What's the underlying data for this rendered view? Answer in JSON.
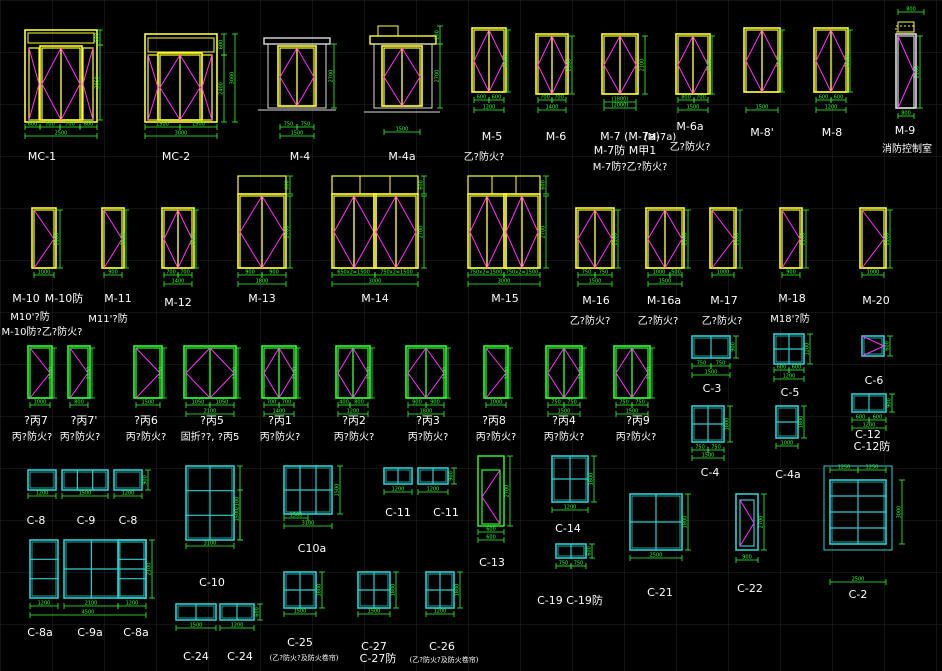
{
  "colors": {
    "background": "#000000",
    "grid": "#2a2a2a",
    "frame_door": "#ffff33",
    "frame_window": "#33cccc",
    "swing_line": "#ff33ff",
    "dimension": "#33ff33",
    "label": "#ffffff",
    "note": "#ffffff"
  },
  "labels": [
    {
      "id": "MC-1",
      "text": "MC-1"
    },
    {
      "id": "MC-2",
      "text": "MC-2"
    },
    {
      "id": "M-4",
      "text": "M-4"
    },
    {
      "id": "M-4a",
      "text": "M-4a"
    },
    {
      "id": "M-5",
      "text": "M-5"
    },
    {
      "id": "M-6",
      "text": "M-6"
    },
    {
      "id": "M-7",
      "text": "M-7 (M-7a)"
    },
    {
      "id": "M-7b",
      "text": "M-7防  M甲1"
    },
    {
      "id": "M-6a",
      "text": "M-6a"
    },
    {
      "id": "M-8p",
      "text": "M-8'"
    },
    {
      "id": "M-8",
      "text": "M-8"
    },
    {
      "id": "M-9",
      "text": "M-9"
    },
    {
      "id": "M-10",
      "text": "M-10"
    },
    {
      "id": "M-10f",
      "text": "M-10防"
    },
    {
      "id": "M-11",
      "text": "M-11"
    },
    {
      "id": "M-12",
      "text": "M-12"
    },
    {
      "id": "M-13",
      "text": "M-13"
    },
    {
      "id": "M-14",
      "text": "M-14"
    },
    {
      "id": "M-15",
      "text": "M-15"
    },
    {
      "id": "M-16",
      "text": "M-16"
    },
    {
      "id": "M-16a",
      "text": "M-16a"
    },
    {
      "id": "M-17",
      "text": "M-17"
    },
    {
      "id": "M-18",
      "text": "M-18"
    },
    {
      "id": "M-20",
      "text": "M-20"
    },
    {
      "id": "C-3",
      "text": "C-3"
    },
    {
      "id": "C-5",
      "text": "C-5"
    },
    {
      "id": "C-6",
      "text": "C-6"
    },
    {
      "id": "C-4",
      "text": "C-4"
    },
    {
      "id": "C-4a",
      "text": "C-4a"
    },
    {
      "id": "C-12",
      "text": "C-12"
    },
    {
      "id": "C-12f",
      "text": "C-12防"
    },
    {
      "id": "C-8a",
      "text": "C-8"
    },
    {
      "id": "C-9",
      "text": "C-9"
    },
    {
      "id": "C-8b",
      "text": "C-8"
    },
    {
      "id": "C-11a",
      "text": "C-11"
    },
    {
      "id": "C-11b",
      "text": "C-11"
    },
    {
      "id": "C10a",
      "text": "C10a"
    },
    {
      "id": "C-10",
      "text": "C-10"
    },
    {
      "id": "C-13",
      "text": "C-13"
    },
    {
      "id": "C-14",
      "text": "C-14"
    },
    {
      "id": "C-21",
      "text": "C-21"
    },
    {
      "id": "C-22",
      "text": "C-22"
    },
    {
      "id": "C-2",
      "text": "C-2"
    },
    {
      "id": "C-19",
      "text": "C-19  C-19防"
    },
    {
      "id": "C-8a2",
      "text": "C-8a"
    },
    {
      "id": "C-9a",
      "text": "C-9a"
    },
    {
      "id": "C-8a3",
      "text": "C-8a"
    },
    {
      "id": "C-24a",
      "text": "C-24"
    },
    {
      "id": "C-24b",
      "text": "C-24"
    },
    {
      "id": "C-25",
      "text": "C-25"
    },
    {
      "id": "C-27",
      "text": "C-27"
    },
    {
      "id": "C-27f",
      "text": "C-27防"
    },
    {
      "id": "C-26",
      "text": "C-26"
    },
    {
      "id": "P7",
      "text": "?丙7"
    },
    {
      "id": "P7p",
      "text": "?丙7'"
    },
    {
      "id": "P6",
      "text": "?丙6"
    },
    {
      "id": "P5",
      "text": "?丙5"
    },
    {
      "id": "P1",
      "text": "?丙1"
    },
    {
      "id": "P2",
      "text": "?丙2"
    },
    {
      "id": "P3",
      "text": "?丙3"
    },
    {
      "id": "P8",
      "text": "?丙8"
    },
    {
      "id": "P4",
      "text": "?丙4"
    },
    {
      "id": "P9",
      "text": "?丙9"
    }
  ],
  "notes": [
    {
      "id": "n_m5",
      "text": "乙?防火?"
    },
    {
      "id": "n_m6a",
      "text": "乙?防火?"
    },
    {
      "id": "n_m7",
      "text": "M-7防?乙?防火?"
    },
    {
      "id": "n_m9",
      "text": "消防控制室"
    },
    {
      "id": "n_m10a",
      "text": "M10'?防"
    },
    {
      "id": "n_m10b",
      "text": "M-10防?乙?防火?"
    },
    {
      "id": "n_m11",
      "text": "M11'?防"
    },
    {
      "id": "n_m16",
      "text": "乙?防火?"
    },
    {
      "id": "n_m16a",
      "text": "乙?防火?"
    },
    {
      "id": "n_m17",
      "text": "乙?防火?"
    },
    {
      "id": "n_m18",
      "text": "M18'?防"
    },
    {
      "id": "n_p7",
      "text": "丙?防火?"
    },
    {
      "id": "n_p7p",
      "text": "丙?防火?"
    },
    {
      "id": "n_p6",
      "text": "丙?防火?"
    },
    {
      "id": "n_p5",
      "text": "固折??, ?丙5"
    },
    {
      "id": "n_p1",
      "text": "丙?防火?"
    },
    {
      "id": "n_p2",
      "text": "丙?防火?"
    },
    {
      "id": "n_p3",
      "text": "丙?防火?"
    },
    {
      "id": "n_p8",
      "text": "丙?防火?"
    },
    {
      "id": "n_p4",
      "text": "丙?防火?"
    },
    {
      "id": "n_p9",
      "text": "丙?防火?"
    },
    {
      "id": "n_c25",
      "text": "(乙?防火?及防火卷帘)"
    },
    {
      "id": "n_c26",
      "text": "(乙?防火?及防火卷帘)"
    }
  ],
  "dims": [
    {
      "id": "d_mc1_w",
      "text": "2500"
    },
    {
      "id": "d_mc1_a",
      "text": "600"
    },
    {
      "id": "d_mc1_b",
      "text": "700"
    },
    {
      "id": "d_mc1_c",
      "text": "700"
    },
    {
      "id": "d_mc1_d",
      "text": "600"
    },
    {
      "id": "d_mc1_h1",
      "text": "2850"
    },
    {
      "id": "d_mc1_h2",
      "text": "600"
    },
    {
      "id": "d_mc1_h3",
      "text": "150"
    },
    {
      "id": "d_mc2_w",
      "text": "3000"
    },
    {
      "id": "d_mc2_a",
      "text": "1500"
    },
    {
      "id": "d_mc2_b",
      "text": "1500"
    },
    {
      "id": "d_mc2_h",
      "text": "3000"
    },
    {
      "id": "d_mc2_h1",
      "text": "2400"
    },
    {
      "id": "d_mc2_h2",
      "text": "600"
    },
    {
      "id": "d_m4_w",
      "text": "1500"
    },
    {
      "id": "d_m4_a",
      "text": "750"
    },
    {
      "id": "d_m4_b",
      "text": "750"
    },
    {
      "id": "d_m4_h",
      "text": "2700"
    },
    {
      "id": "d_m4a_w",
      "text": "1500"
    },
    {
      "id": "d_m4a_h",
      "text": "2700"
    },
    {
      "id": "d_m4a_h2",
      "text": "200"
    },
    {
      "id": "d_m5_w",
      "text": "1200"
    },
    {
      "id": "d_m5_a",
      "text": "600"
    },
    {
      "id": "d_m5_b",
      "text": "600"
    },
    {
      "id": "d_m5_h",
      "text": "2100"
    },
    {
      "id": "d_m6_w",
      "text": "1400"
    },
    {
      "id": "d_m6_a",
      "text": "700"
    },
    {
      "id": "d_m6_b",
      "text": "700"
    },
    {
      "id": "d_m6_h",
      "text": "2100"
    },
    {
      "id": "d_m7_w",
      "text": "(1800)"
    },
    {
      "id": "d_m7_w2",
      "text": "(1000)"
    },
    {
      "id": "d_m7_w3",
      "text": "(2000)"
    },
    {
      "id": "d_m7_h",
      "text": "2100"
    },
    {
      "id": "d_m6a_w",
      "text": "1500"
    },
    {
      "id": "d_m6a_a",
      "text": "800"
    },
    {
      "id": "d_m6a_b",
      "text": "700"
    },
    {
      "id": "d_m6a_h",
      "text": "2100"
    },
    {
      "id": "d_m8p_w",
      "text": "1500"
    },
    {
      "id": "d_m8p_h",
      "text": "2100"
    },
    {
      "id": "d_m8_w",
      "text": "1200"
    },
    {
      "id": "d_m8_a",
      "text": "600"
    },
    {
      "id": "d_m8_b",
      "text": "600"
    },
    {
      "id": "d_m8_h",
      "text": "2100"
    },
    {
      "id": "d_m9_w",
      "text": "800"
    },
    {
      "id": "d_m9_top",
      "text": "800"
    },
    {
      "id": "d_m9_h",
      "text": "2100"
    },
    {
      "id": "d_m10_w",
      "text": "1000"
    },
    {
      "id": "d_m10_h",
      "text": "2100"
    },
    {
      "id": "d_m11_w",
      "text": "900"
    },
    {
      "id": "d_m11_h",
      "text": "2100"
    },
    {
      "id": "d_m12_w",
      "text": "1400"
    },
    {
      "id": "d_m12_a",
      "text": "700"
    },
    {
      "id": "d_m12_b",
      "text": "700"
    },
    {
      "id": "d_m12_h",
      "text": "2100"
    },
    {
      "id": "d_m13_w",
      "text": "1800"
    },
    {
      "id": "d_m13_a",
      "text": "900"
    },
    {
      "id": "d_m13_b",
      "text": "900"
    },
    {
      "id": "d_m13_h",
      "text": "2700"
    },
    {
      "id": "d_m13_h2",
      "text": "600"
    },
    {
      "id": "d_m14_w",
      "text": "3000"
    },
    {
      "id": "d_m14_a",
      "text": "650x2=1500"
    },
    {
      "id": "d_m14_b",
      "text": "750x2=1500"
    },
    {
      "id": "d_m14_h",
      "text": "2700"
    },
    {
      "id": "d_m14_h2",
      "text": "600"
    },
    {
      "id": "d_m15_w",
      "text": "3000"
    },
    {
      "id": "d_m15_a",
      "text": "750x2=1500"
    },
    {
      "id": "d_m15_b",
      "text": "750x2=1500"
    },
    {
      "id": "d_m15_h",
      "text": "2700"
    },
    {
      "id": "d_m15_h2",
      "text": "600"
    },
    {
      "id": "d_m16_w",
      "text": "1500"
    },
    {
      "id": "d_m16_a",
      "text": "750"
    },
    {
      "id": "d_m16_b",
      "text": "750"
    },
    {
      "id": "d_m16_h",
      "text": "2100"
    },
    {
      "id": "d_m16a_w",
      "text": "1500"
    },
    {
      "id": "d_m16a_a",
      "text": "1000"
    },
    {
      "id": "d_m16a_b",
      "text": "500"
    },
    {
      "id": "d_m16a_h",
      "text": "2100"
    },
    {
      "id": "d_m17_w",
      "text": "1000"
    },
    {
      "id": "d_m17_h",
      "text": "2100"
    },
    {
      "id": "d_m18_w",
      "text": "900"
    },
    {
      "id": "d_m18_h",
      "text": "2100"
    },
    {
      "id": "d_m20_w",
      "text": "1000"
    },
    {
      "id": "d_m20_h",
      "text": "2100"
    },
    {
      "id": "d_p7_w",
      "text": "1000"
    },
    {
      "id": "d_p7_h",
      "text": "2100"
    },
    {
      "id": "d_p7p_w",
      "text": "800"
    },
    {
      "id": "d_p7p_h",
      "text": "2100"
    },
    {
      "id": "d_p6_w",
      "text": "1500"
    },
    {
      "id": "d_p6_h",
      "text": "2100"
    },
    {
      "id": "d_p5_w",
      "text": "2100"
    },
    {
      "id": "d_p5_a",
      "text": "1050"
    },
    {
      "id": "d_p5_b",
      "text": "1050"
    },
    {
      "id": "d_p5_h",
      "text": "2100"
    },
    {
      "id": "d_p1_w",
      "text": "1400"
    },
    {
      "id": "d_p1_a",
      "text": "700"
    },
    {
      "id": "d_p1_b",
      "text": "700"
    },
    {
      "id": "d_p1_h",
      "text": "2100"
    },
    {
      "id": "d_p2_w",
      "text": "1200"
    },
    {
      "id": "d_p2_a",
      "text": "400"
    },
    {
      "id": "d_p2_b",
      "text": "800"
    },
    {
      "id": "d_p2_h",
      "text": "2100"
    },
    {
      "id": "d_p3_w",
      "text": "1800"
    },
    {
      "id": "d_p3_a",
      "text": "900"
    },
    {
      "id": "d_p3_b",
      "text": "900"
    },
    {
      "id": "d_p3_h",
      "text": "2100"
    },
    {
      "id": "d_p8_w",
      "text": "1000"
    },
    {
      "id": "d_p8_h",
      "text": "2100"
    },
    {
      "id": "d_p4_w",
      "text": "1500"
    },
    {
      "id": "d_p4_a",
      "text": "750"
    },
    {
      "id": "d_p4_b",
      "text": "750"
    },
    {
      "id": "d_p4_h",
      "text": "2100"
    },
    {
      "id": "d_p9_w",
      "text": "1500"
    },
    {
      "id": "d_p9_a",
      "text": "750"
    },
    {
      "id": "d_p9_b",
      "text": "750"
    },
    {
      "id": "d_p9_h",
      "text": "2100"
    },
    {
      "id": "d_c3_w",
      "text": "1500"
    },
    {
      "id": "d_c3_a",
      "text": "750"
    },
    {
      "id": "d_c3_b",
      "text": "750"
    },
    {
      "id": "d_c3_h",
      "text": "900"
    },
    {
      "id": "d_c5_w",
      "text": "1200"
    },
    {
      "id": "d_c5_a",
      "text": "600"
    },
    {
      "id": "d_c5_b",
      "text": "600"
    },
    {
      "id": "d_c5_h",
      "text": "1200"
    },
    {
      "id": "d_c6_h",
      "text": "600"
    },
    {
      "id": "d_c12_w",
      "text": "1200"
    },
    {
      "id": "d_c12_a",
      "text": "600"
    },
    {
      "id": "d_c12_b",
      "text": "600"
    },
    {
      "id": "d_c12_h",
      "text": "900"
    },
    {
      "id": "d_c4_w",
      "text": "1500"
    },
    {
      "id": "d_c4_a",
      "text": "750"
    },
    {
      "id": "d_c4_b",
      "text": "750"
    },
    {
      "id": "d_c4_h",
      "text": "1800"
    },
    {
      "id": "d_c4a_w",
      "text": "1000"
    },
    {
      "id": "d_c4a_h",
      "text": "1800"
    },
    {
      "id": "d_c8_a",
      "text": "1200"
    },
    {
      "id": "d_c8_b",
      "text": "1500"
    },
    {
      "id": "d_c8_c",
      "text": "1200"
    },
    {
      "id": "d_c8_h",
      "text": "900"
    },
    {
      "id": "d_c10_w",
      "text": "3100"
    },
    {
      "id": "d_c10_a",
      "text": "1500"
    },
    {
      "id": "d_c10_h",
      "text": "2100"
    },
    {
      "id": "d_c10_h2",
      "text": "1500"
    },
    {
      "id": "d_c10a_w",
      "text": "3100"
    },
    {
      "id": "d_c10a_a",
      "text": "1500"
    },
    {
      "id": "d_c10a_h",
      "text": "1500"
    },
    {
      "id": "d_c11_a",
      "text": "1200"
    },
    {
      "id": "d_c11_b",
      "text": "1200"
    },
    {
      "id": "d_c11_h",
      "text": "900"
    },
    {
      "id": "d_c13_w",
      "text": "600"
    },
    {
      "id": "d_c13_a",
      "text": "600"
    },
    {
      "id": "d_c13_h",
      "text": "2700"
    },
    {
      "id": "d_c14_w",
      "text": "1200"
    },
    {
      "id": "d_c14_h",
      "text": "1800"
    },
    {
      "id": "d_c21_w",
      "text": "2500"
    },
    {
      "id": "d_c21_h",
      "text": "1800"
    },
    {
      "id": "d_c22_w",
      "text": "900"
    },
    {
      "id": "d_c22_h",
      "text": "2700"
    },
    {
      "id": "d_c2_w",
      "text": "2500"
    },
    {
      "id": "d_c2_a",
      "text": "1250"
    },
    {
      "id": "d_c2_b",
      "text": "1250"
    },
    {
      "id": "d_c2_h",
      "text": "3000"
    },
    {
      "id": "d_c19_a",
      "text": "750"
    },
    {
      "id": "d_c19_b",
      "text": "750"
    },
    {
      "id": "d_c19_h",
      "text": "600"
    },
    {
      "id": "d_c8a_a",
      "text": "1200"
    },
    {
      "id": "d_c8a_b",
      "text": "2100"
    },
    {
      "id": "d_c8a_c",
      "text": "1200"
    },
    {
      "id": "d_c8a_w",
      "text": "4500"
    },
    {
      "id": "d_c8a_h",
      "text": "2100"
    },
    {
      "id": "d_c24_a",
      "text": "1500"
    },
    {
      "id": "d_c24_b",
      "text": "1200"
    },
    {
      "id": "d_c24_h",
      "text": "600"
    },
    {
      "id": "d_c25_w",
      "text": "1500"
    },
    {
      "id": "d_c25_h",
      "text": "1800"
    },
    {
      "id": "d_c27_w",
      "text": "1500"
    },
    {
      "id": "d_c27_h",
      "text": "1800"
    },
    {
      "id": "d_c26_w",
      "text": "1200"
    },
    {
      "id": "d_c26_h",
      "text": "1800"
    }
  ]
}
